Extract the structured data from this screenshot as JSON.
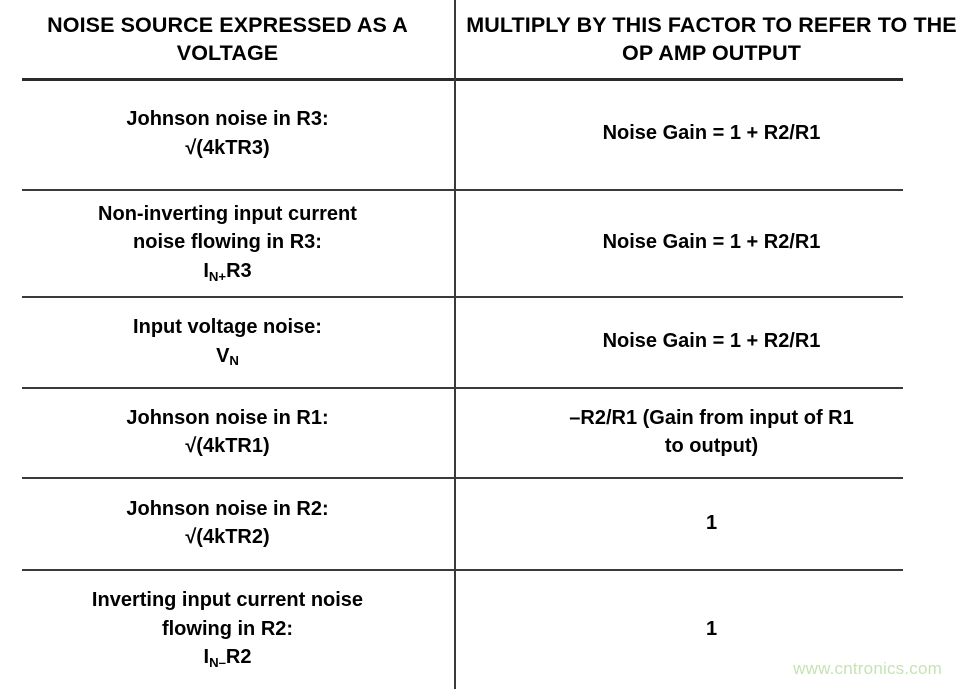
{
  "table": {
    "headers": {
      "left": {
        "line1": "NOISE SOURCE EXPRESSED AS",
        "line2": "A VOLTAGE"
      },
      "right": {
        "line1": "MULTIPLY BY THIS FACTOR TO",
        "line2": "REFER TO THE OP AMP OUTPUT"
      }
    },
    "rows": [
      {
        "source": {
          "line1": "Johnson noise in R3:",
          "line2": "√(4kTR3)"
        },
        "factor": {
          "line1": "Noise Gain = 1 + R2/R1",
          "line2": ""
        }
      },
      {
        "source": {
          "line1": "Non-inverting input current",
          "line2": "noise flowing in R3:",
          "formula_base": "I",
          "formula_sub": "N+",
          "formula_tail": "R3"
        },
        "factor": {
          "line1": "Noise Gain = 1 + R2/R1",
          "line2": ""
        }
      },
      {
        "source": {
          "line1": "Input voltage noise:",
          "line2": "",
          "formula_base": "V",
          "formula_sub": "N",
          "formula_tail": ""
        },
        "factor": {
          "line1": "Noise Gain = 1 + R2/R1",
          "line2": ""
        }
      },
      {
        "source": {
          "line1": "Johnson noise in R1:",
          "line2": "√(4kTR1)"
        },
        "factor": {
          "line1": "–R2/R1 (Gain from input of R1",
          "line2": "to output)"
        }
      },
      {
        "source": {
          "line1": "Johnson noise in R2:",
          "line2": "√(4kTR2)"
        },
        "factor": {
          "line1": "1",
          "line2": ""
        }
      },
      {
        "source": {
          "line1": "Inverting input current noise",
          "line2": "flowing in R2:",
          "formula_base": "I",
          "formula_sub": "N–",
          "formula_tail": "R2"
        },
        "factor": {
          "line1": "1",
          "line2": ""
        }
      }
    ]
  },
  "watermark": {
    "text": "www.cntronics.com",
    "color": "#c7e2b4"
  },
  "style": {
    "rule_color": "#3a3a3a",
    "text_color": "#000000",
    "background": "#ffffff"
  }
}
